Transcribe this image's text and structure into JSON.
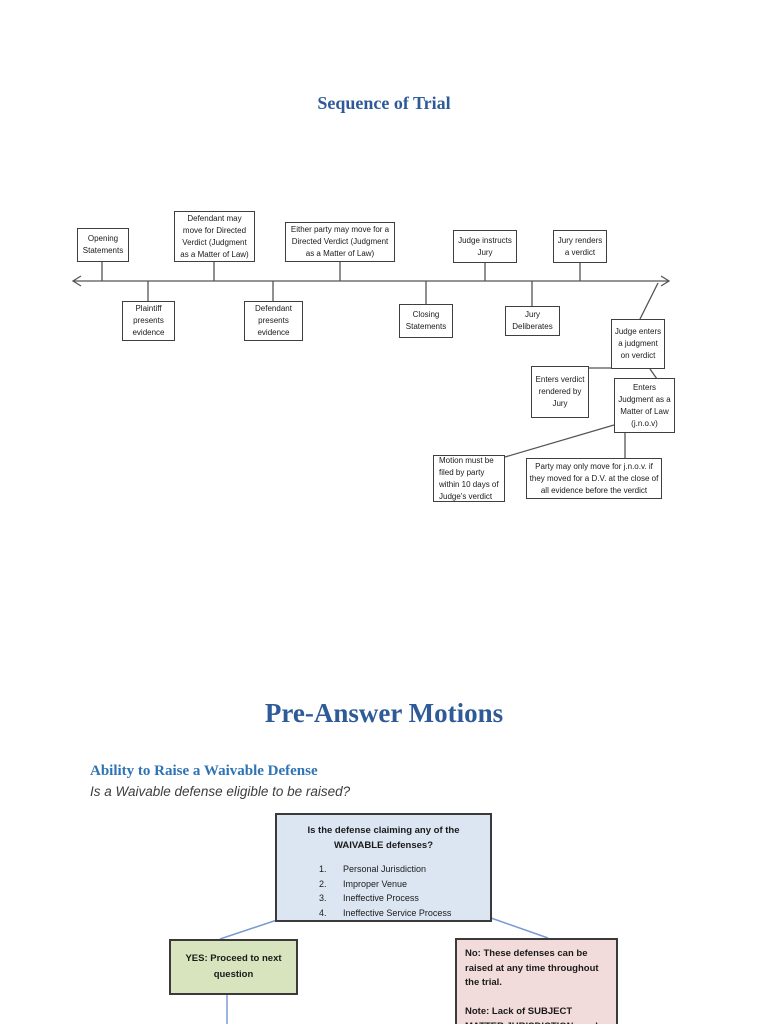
{
  "sequence_of_trial": {
    "title": "Sequence of Trial",
    "timeline": {
      "above_boxes": [
        {
          "label": "Opening Statements"
        },
        {
          "label": "Defendant may move for Directed Verdict (Judgment as a Matter of Law)"
        },
        {
          "label": "Either party may move for a Directed Verdict (Judgment as a Matter of Law)"
        },
        {
          "label": "Judge instructs Jury"
        },
        {
          "label": "Jury renders a verdict"
        }
      ],
      "below_boxes": [
        {
          "label": "Plaintiff presents evidence"
        },
        {
          "label": "Defendant presents evidence"
        },
        {
          "label": "Closing Statements"
        },
        {
          "label": "Jury Deliberates"
        }
      ],
      "outcome_boxes": [
        {
          "label": "Judge enters a judgment on verdict"
        },
        {
          "label": "Enters verdict rendered by Jury"
        },
        {
          "label": "Enters Judgment as a Matter of Law (j.n.o.v)"
        },
        {
          "label": "Motion must be filed by party within 10 days of Judge's verdict"
        },
        {
          "label": "Party may only move for j.n.o.v. if they moved for a D.V. at the close of all evidence before the verdict"
        }
      ]
    }
  },
  "pre_answer_motions": {
    "title": "Pre-Answer Motions",
    "heading": "Ability to Raise a Waivable Defense",
    "question": "Is a Waivable defense eligible to be raised?",
    "question_box": {
      "title": "Is the defense claiming any of the WAIVABLE defenses?",
      "items": [
        "Personal Jurisdiction",
        "Improper Venue",
        "Ineffective Process",
        "Ineffective Service Process"
      ]
    },
    "yes_box": {
      "label": "YES: Proceed to next question"
    },
    "no_box": {
      "line1": "No: These defenses can be raised at any time throughout the trial.",
      "line2": "Note: Lack of SUBJECT MATTER JURISDICTION can be raised at any time during TRIAL or APPEAL"
    }
  },
  "colors": {
    "heading_blue": "#2e5b97",
    "subheading_blue": "#2e74b5",
    "question_box_fill": "#dce6f2",
    "yes_box_fill": "#d7e4bd",
    "no_box_fill": "#f2dcdb",
    "connector_gray": "#555555",
    "connector_blue": "#7b9bd2"
  }
}
